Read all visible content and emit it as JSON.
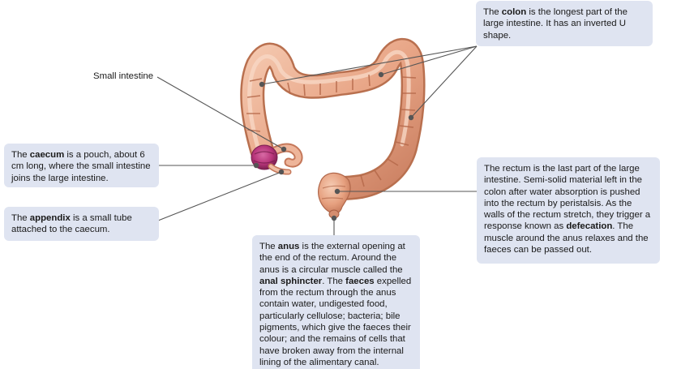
{
  "labels": {
    "small_intestine": "Small intestine"
  },
  "colon_box": {
    "pre": "The ",
    "bold": "colon",
    "post": " is the longest part of the large intestine. It has an inverted U shape."
  },
  "caecum_box": {
    "pre": "The ",
    "bold": "caecum",
    "post": " is a pouch, about 6 cm long, where the small intestine joins the large intestine."
  },
  "appendix_box": {
    "pre": "The ",
    "bold": "appendix",
    "post": " is a small tube attached to the caecum."
  },
  "rectum_box": {
    "pre": "The rectum is the last part of the large intestine. Semi-solid material left in the colon after water absorption is pushed into the rectum by peristalsis. As the walls of the rectum stretch, they trigger a response known as ",
    "bold": "defecation",
    "post": ". The muscle around the anus relaxes and the faeces can be passed out."
  },
  "anus_box": {
    "t1": "The ",
    "b1": "anus",
    "t2": " is the external opening at the end of the rectum. Around the anus is a circular muscle called the ",
    "b2": "anal sphincter",
    "t3": ". The ",
    "b3": "faeces",
    "t4": " expelled from the rectum through the anus contain water, undigested food, particularly cellulose; bacteria; bile pigments, which give the faeces their colour; and the remains of cells that have broken away from the internal lining of the alimentary canal."
  },
  "colors": {
    "box_fill": "#dfe4f1",
    "leader_line": "#555555",
    "intestine": "#e8a586",
    "intestine_dark": "#c4775a",
    "intestine_light": "#f4c7ae",
    "caecum_highlight": "#b8357a"
  }
}
